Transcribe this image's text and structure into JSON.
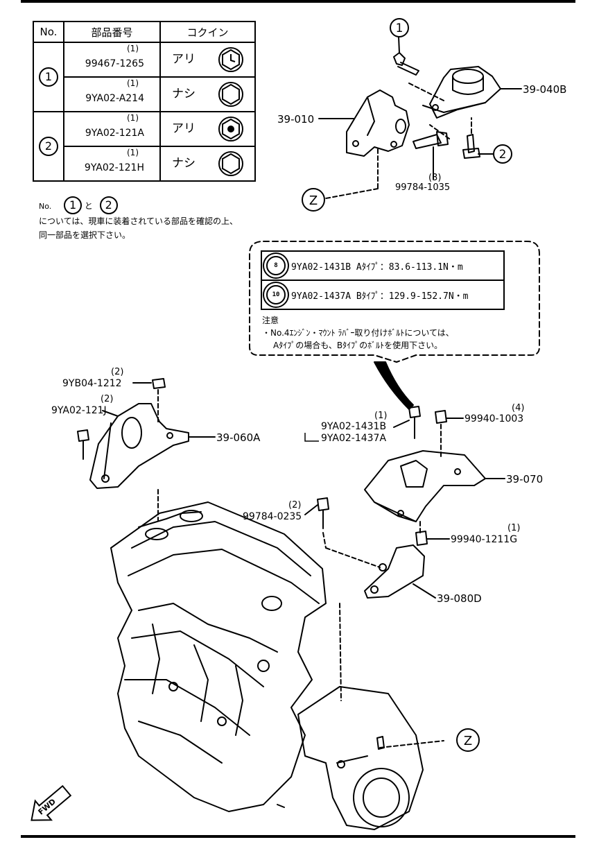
{
  "table": {
    "headers": [
      "No.",
      "部品番号",
      "コクイン"
    ],
    "groups": [
      {
        "no": "1",
        "rows": [
          {
            "qty": "(1)",
            "part": "99467-1265",
            "kokin": "アリ",
            "icon": "marked-bolt-head-icon"
          },
          {
            "qty": "(1)",
            "part": "9YA02-A214",
            "kokin": "ナシ",
            "icon": "plain-bolt-head-icon"
          }
        ]
      },
      {
        "no": "2",
        "rows": [
          {
            "qty": "(1)",
            "part": "9YA02-121A",
            "kokin": "アリ",
            "icon": "marked-bolt-head-icon"
          },
          {
            "qty": "(1)",
            "part": "9YA02-121H",
            "kokin": "ナシ",
            "icon": "plain-bolt-head-icon"
          }
        ]
      }
    ]
  },
  "note_top": {
    "prefix": "No.",
    "circle1": "1",
    "joiner": "と",
    "circle2": "2",
    "line2": "については、現車に装着されている部品を確認の上、",
    "line3": "同一部品を選択下さい。"
  },
  "torque": {
    "rows": [
      {
        "badge": "8",
        "text": "9YA02-1431B Aﾀｲﾌﾟ：83.6-113.1N・m"
      },
      {
        "badge": "10",
        "text": "9YA02-1437A Bﾀｲﾌﾟ：129.9-152.7N・m"
      }
    ],
    "note_title": "注意",
    "note_line1": "・No.4ｴﾝｼﾞﾝ・ﾏｳﾝﾄ ﾗﾊﾞｰ取り付けﾎﾞﾙﾄについては、",
    "note_line2": "Aﾀｲﾌﾟの場合も、Bﾀｲﾌﾟのﾎﾞﾙﾄを使用下さい。"
  },
  "labels": {
    "callout1": "1",
    "callout2": "2",
    "z_top": "Z",
    "z_bottom": "Z",
    "p39040B": "39-040B",
    "p39010": "39-010",
    "p99784_1035_qty": "(3)",
    "p99784_1035": "99784-1035",
    "p9YB04_qty": "(2)",
    "p9YB04": "9YB04-1212",
    "p9YA02_121J_qty": "(2)",
    "p9YA02_121J": "9YA02-121J",
    "p39060A": "39-060A",
    "p1431B_qty": "(1)",
    "p1431B": "9YA02-1431B",
    "p1437A": "9YA02-1437A",
    "p99940_1003_qty": "(4)",
    "p99940_1003": "99940-1003",
    "p39070": "39-070",
    "p99784_0235_qty": "(2)",
    "p99784_0235": "99784-0235",
    "p99940_1211G_qty": "(1)",
    "p99940_1211G": "99940-1211G",
    "p39080D": "39-080D",
    "fwd": "FWD"
  }
}
